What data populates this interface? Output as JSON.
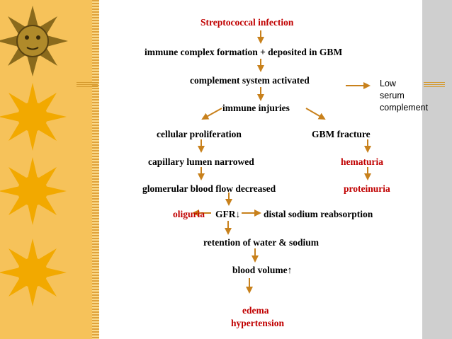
{
  "flowchart": {
    "nodes": {
      "infection": "Streptococcal infection",
      "immune_complex": "immune complex formation + deposited in GBM",
      "complement": "complement system activated",
      "low_serum_complement": "Low serum complement",
      "immune_injuries": "immune injuries",
      "cellular_proliferation": "cellular proliferation",
      "gbm_fracture": "GBM fracture",
      "capillary": "capillary lumen narrowed",
      "hematuria": "hematuria",
      "glomerular_flow": "glomerular blood flow decreased",
      "proteinuria": "proteinuria",
      "oliguria": "oliguria",
      "gfr": "GFR↓",
      "distal_sodium": "distal sodium reabsorption",
      "retention": "retention of water & sodium",
      "blood_volume": "blood volume↑",
      "edema": "edema",
      "hypertension": "hypertension"
    }
  },
  "colors": {
    "sidebar": "#f6c25a",
    "arrow": "#c8811c",
    "red_text": "#c00000",
    "right_bar": "#cfcfcf"
  },
  "icons": {
    "sidebar": [
      "sun-face-icon",
      "sun-icon",
      "sun-icon",
      "sun-icon"
    ]
  }
}
